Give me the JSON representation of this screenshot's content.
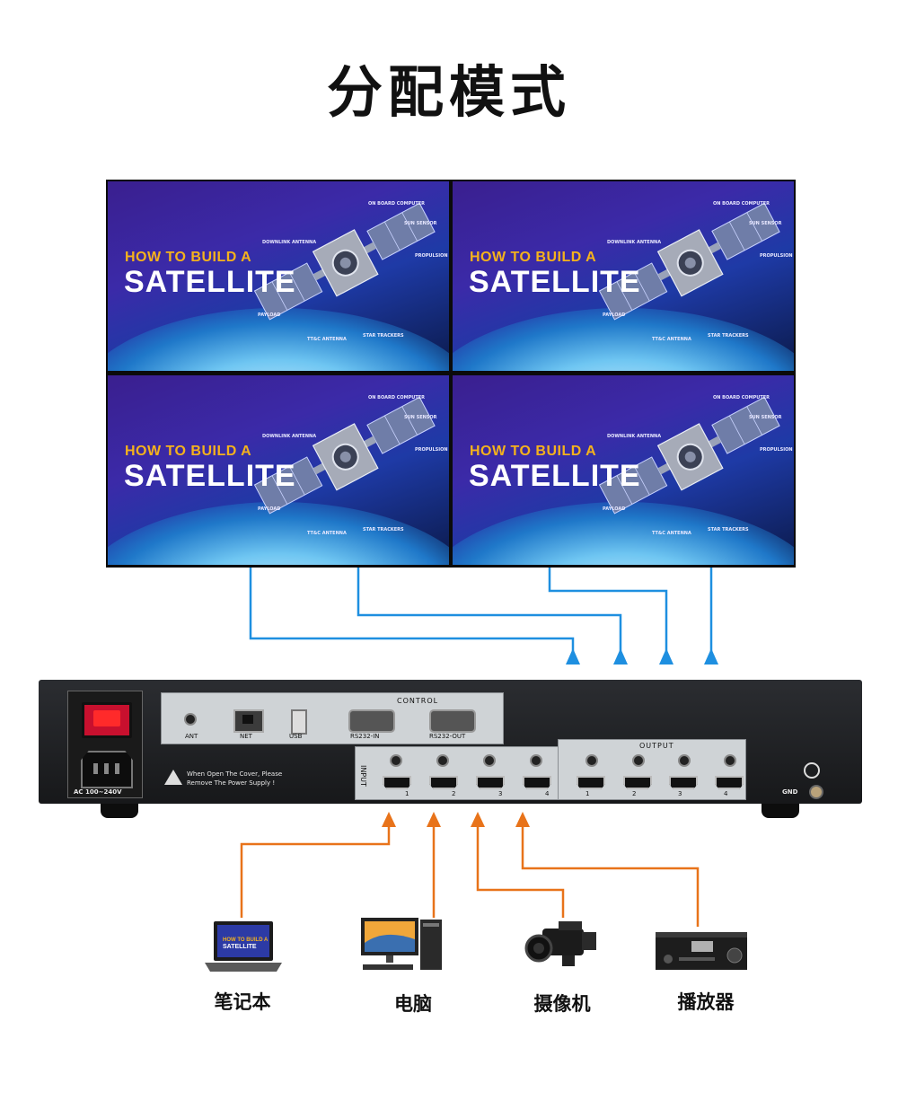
{
  "title": "分配模式",
  "screen": {
    "line1": "HOW TO BUILD A",
    "line2": "SATELLITE",
    "callouts": [
      "ON BOARD COMPUTER",
      "SUN SENSOR",
      "DOWNLINK ANTENNA",
      "PROPULSION",
      "PAYLOAD",
      "TT&C ANTENNA",
      "STAR TRACKERS"
    ]
  },
  "device": {
    "control_label": "CONTROL",
    "output_label": "OUTPUT",
    "input_label": "INPUT",
    "ports": {
      "ant": "ANT",
      "net": "NET",
      "usb": "USB",
      "rs232_in": "RS232-IN",
      "rs232_out": "RS232-OUT"
    },
    "warning_line1": "When Open The Cover, Please",
    "warning_line2": "Remove The Power Supply !",
    "power_label": "AC 100~240V",
    "gnd_label": "GND",
    "input_numbers": [
      "1",
      "2",
      "3",
      "4"
    ],
    "output_numbers": [
      "1",
      "2",
      "3",
      "4"
    ]
  },
  "sources": [
    {
      "label": "笔记本",
      "icon": "laptop-icon"
    },
    {
      "label": "电脑",
      "icon": "desktop-computer-icon"
    },
    {
      "label": "摄像机",
      "icon": "video-camera-icon"
    },
    {
      "label": "播放器",
      "icon": "media-player-icon"
    }
  ],
  "colors": {
    "output_link": "#1e8fe0",
    "input_link": "#e8731a",
    "power_switch": "#e01818"
  }
}
